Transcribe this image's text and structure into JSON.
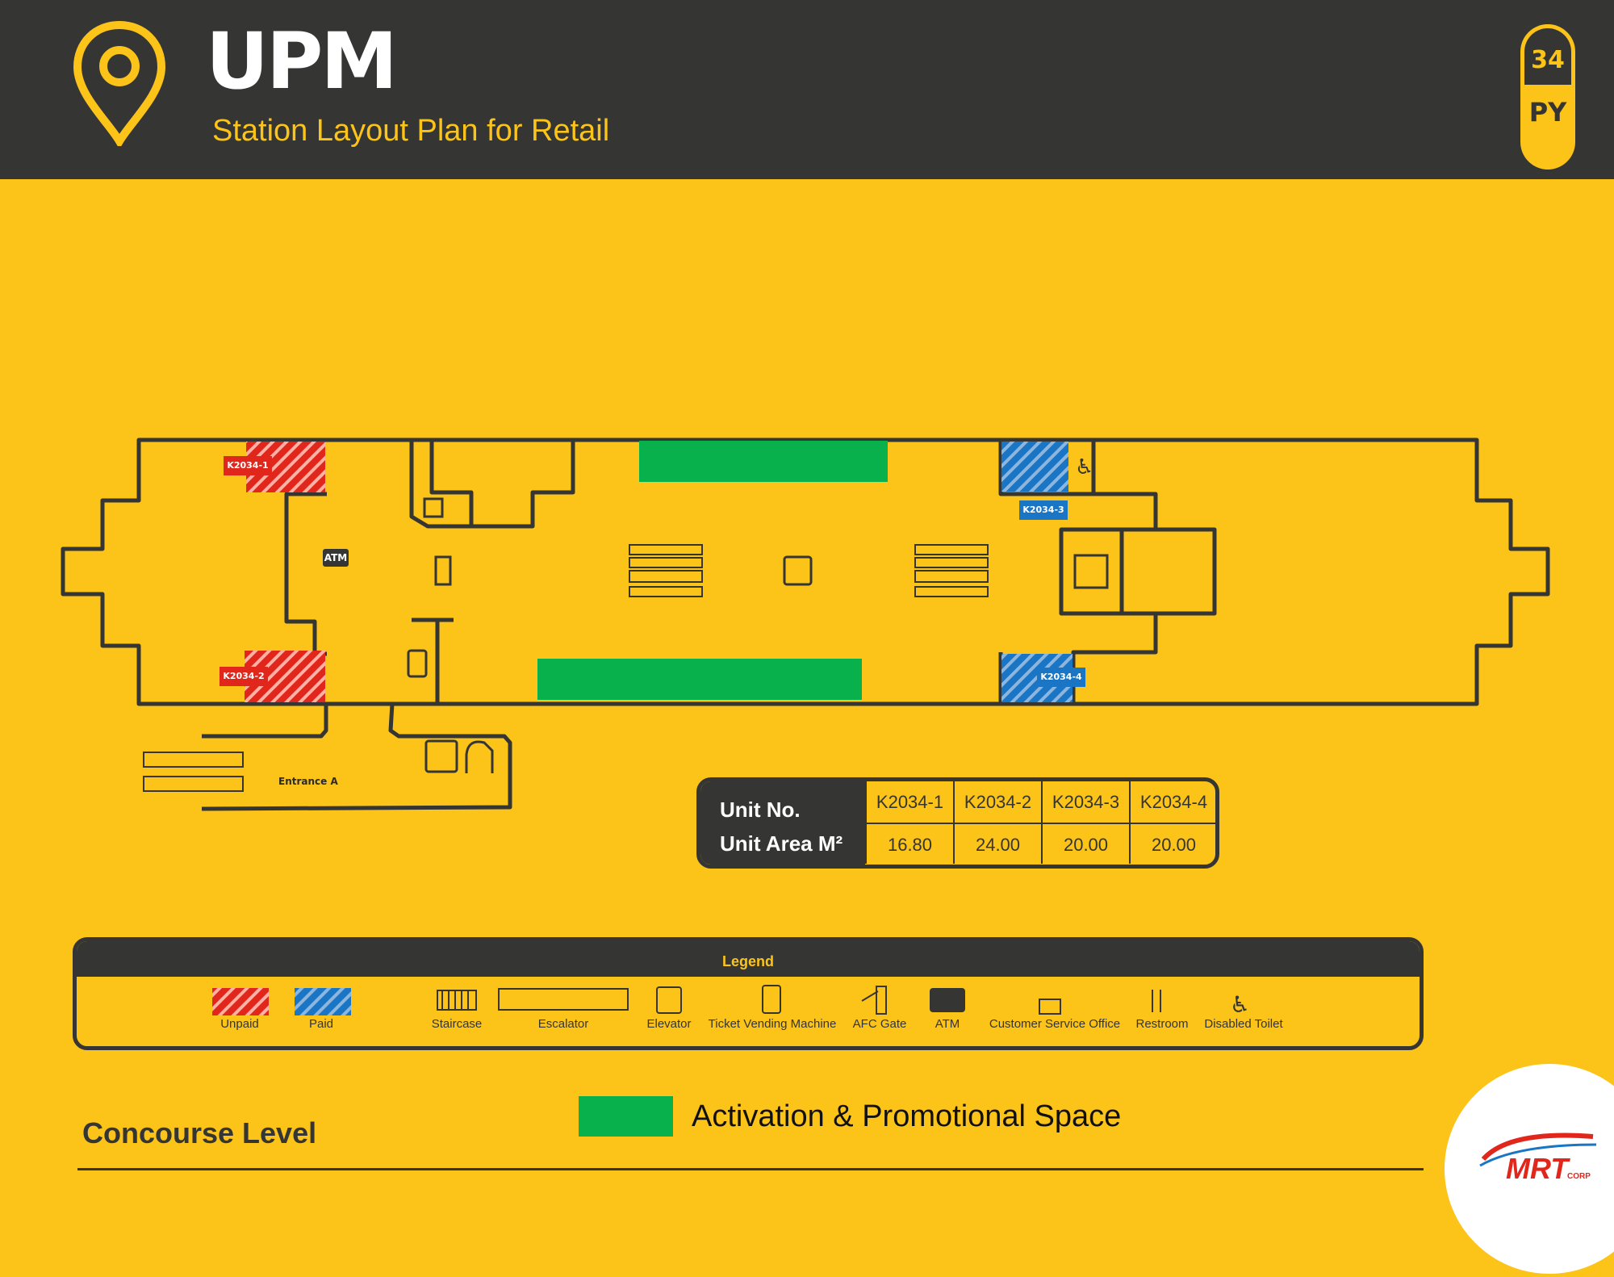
{
  "header": {
    "station_name": "UPM",
    "subtitle": "Station Layout Plan for Retail",
    "station_number": "34",
    "line_code": "PY"
  },
  "map": {
    "units": [
      {
        "id": "K2034-1",
        "status": "Unpaid"
      },
      {
        "id": "K2034-2",
        "status": "Unpaid"
      },
      {
        "id": "K2034-3",
        "status": "Paid"
      },
      {
        "id": "K2034-4",
        "status": "Paid"
      }
    ],
    "entrance_label": "Entrance A",
    "atm_label": "ATM"
  },
  "unit_table": {
    "unit_no_label": "Unit No.",
    "unit_area_label": "Unit Area M²",
    "rows": [
      {
        "unit": "K2034-1",
        "area": "16.80"
      },
      {
        "unit": "K2034-2",
        "area": "24.00"
      },
      {
        "unit": "K2034-3",
        "area": "20.00"
      },
      {
        "unit": "K2034-4",
        "area": "20.00"
      }
    ]
  },
  "legend": {
    "title": "Legend",
    "items": [
      {
        "label": "Unpaid",
        "icon": "unpaid-hatch-icon"
      },
      {
        "label": "Paid",
        "icon": "paid-hatch-icon"
      },
      {
        "label": "Staircase",
        "icon": "staircase-icon"
      },
      {
        "label": "Escalator",
        "icon": "escalator-icon"
      },
      {
        "label": "Elevator",
        "icon": "elevator-icon"
      },
      {
        "label": "Ticket Vending Machine",
        "icon": "ticket-vending-machine-icon"
      },
      {
        "label": "AFC Gate",
        "icon": "afc-gate-icon"
      },
      {
        "label": "ATM",
        "icon": "atm-icon"
      },
      {
        "label": "Customer Service Office",
        "icon": "customer-service-office-icon"
      },
      {
        "label": "Restroom",
        "icon": "restroom-icon"
      },
      {
        "label": "Disabled Toilet",
        "icon": "disabled-toilet-icon"
      }
    ]
  },
  "promo": {
    "label": "Activation & Promotional Space"
  },
  "footer": {
    "level": "Concourse Level",
    "logo_text": "MRT",
    "logo_sub": "CORP"
  },
  "colors": {
    "background": "#FCC318",
    "header": "#353634",
    "unpaid": "#E1261C",
    "paid": "#1A75C4",
    "promo": "#08B14B"
  }
}
